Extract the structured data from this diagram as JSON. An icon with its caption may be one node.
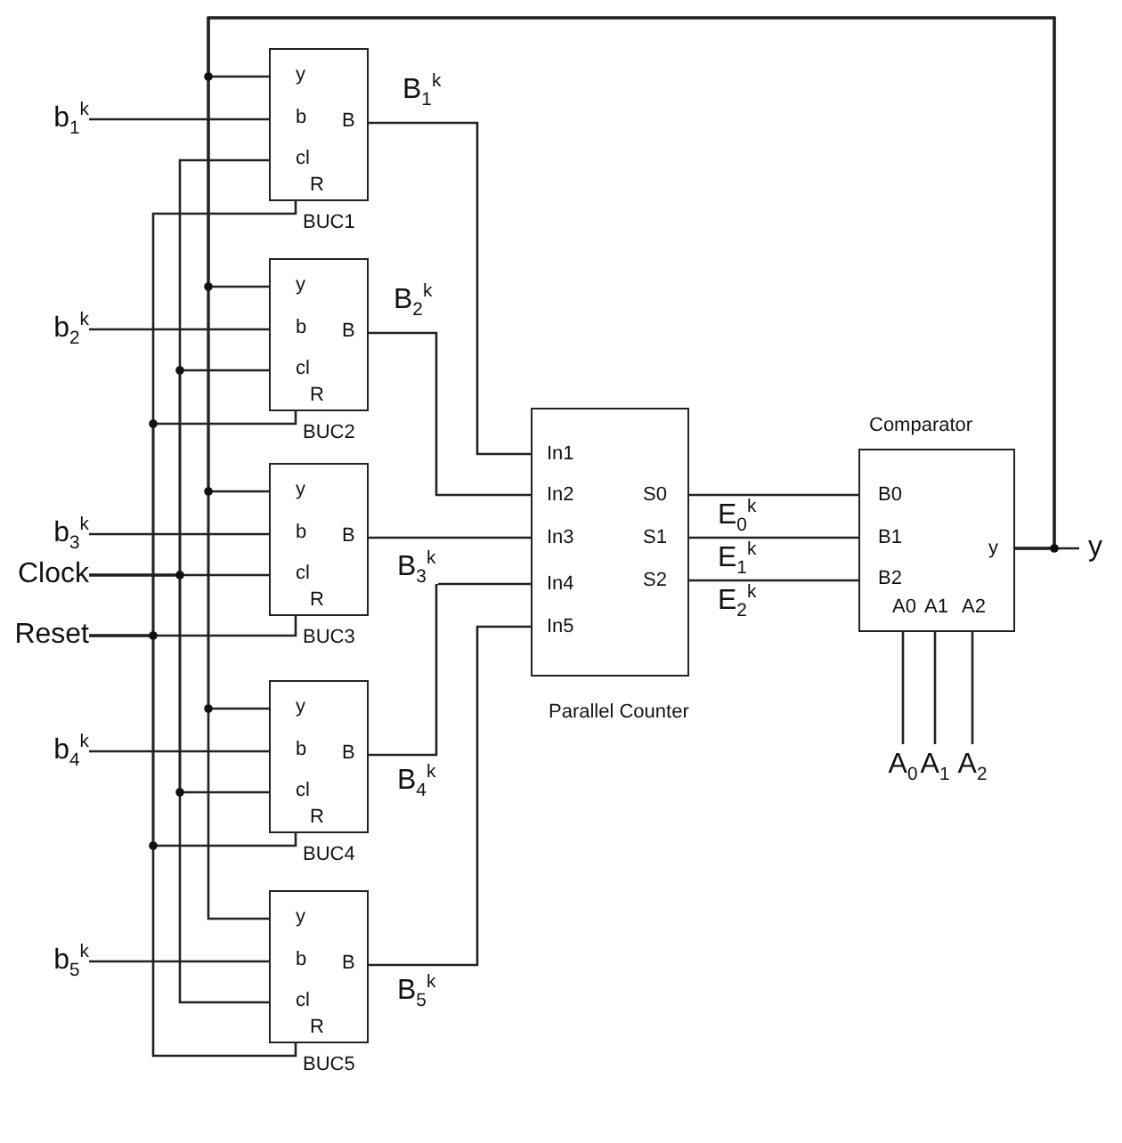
{
  "diagram": {
    "nodes": [
      {
        "text": [
          "y",
          "b",
          "B",
          "cl",
          "R"
        ],
        "beside": [
          "BUC1"
        ]
      },
      {
        "text": [
          "y",
          "b",
          "B",
          "cl",
          "R"
        ],
        "beside": [
          "BUC2"
        ]
      },
      {
        "text": [
          "y",
          "b",
          "B",
          "cl",
          "R"
        ],
        "beside": [
          "BUC3"
        ]
      },
      {
        "text": [
          "y",
          "b",
          "B",
          "cl",
          "R"
        ],
        "beside": [
          "BUC4"
        ]
      },
      {
        "text": [
          "y",
          "b",
          "B",
          "cl",
          "R"
        ],
        "beside": [
          "BUC5"
        ]
      },
      {
        "text": [
          "In1",
          "In2",
          "In3",
          "In4",
          "In5",
          "S0",
          "S1",
          "S2"
        ],
        "beside": [
          "Parallel Counter"
        ]
      },
      {
        "text": [
          "Comparator",
          "B0",
          "B1",
          "y",
          "B2",
          "A0",
          "A1",
          "A2"
        ]
      },
      {
        "text": [
          "b$_{1}$$^{k}$"
        ]
      },
      {
        "text": [
          "b$_{2}$$^{k}$"
        ]
      },
      {
        "text": [
          "b$_{3}$$^{k}$"
        ]
      },
      {
        "text": [
          "Clock"
        ]
      },
      {
        "text": [
          "Reset"
        ]
      },
      {
        "text": [
          "b$_{4}$$^{k}$"
        ]
      },
      {
        "text": [
          "b$_{5}$$^{k}$"
        ]
      },
      {
        "text": [
          "y"
        ]
      },
      {
        "text": [
          "A$_{0}$"
        ]
      },
      {
        "text": [
          "A$_{1}$"
        ]
      },
      {
        "text": [
          "A$_{2}$"
        ]
      }
    ],
    "edges": [
      {
        "from": 7,
        "to": 0,
        "arrow": "none"
      },
      {
        "from": 8,
        "to": 1,
        "arrow": "none"
      },
      {
        "from": 9,
        "to": 2,
        "arrow": "none"
      },
      {
        "from": 12,
        "to": 3,
        "arrow": "none"
      },
      {
        "from": 13,
        "to": 4,
        "arrow": "none"
      },
      {
        "from": 10,
        "to": 0,
        "arrow": "none"
      },
      {
        "from": 10,
        "to": 1,
        "arrow": "none"
      },
      {
        "from": 10,
        "to": 2,
        "arrow": "none"
      },
      {
        "from": 10,
        "to": 3,
        "arrow": "none"
      },
      {
        "from": 10,
        "to": 4,
        "arrow": "none"
      },
      {
        "from": 11,
        "to": 0,
        "arrow": "none"
      },
      {
        "from": 11,
        "to": 1,
        "arrow": "none"
      },
      {
        "from": 11,
        "to": 2,
        "arrow": "none"
      },
      {
        "from": 11,
        "to": 3,
        "arrow": "none"
      },
      {
        "from": 11,
        "to": 4,
        "arrow": "none"
      },
      {
        "from": 0,
        "to": 5,
        "arrow": "none",
        "label": "B$_{1}$$^{k}$"
      },
      {
        "from": 1,
        "to": 5,
        "arrow": "none",
        "label": "B$_{2}$$^{k}$"
      },
      {
        "from": 2,
        "to": 5,
        "arrow": "none",
        "label": "B$_{3}$$^{k}$"
      },
      {
        "from": 3,
        "to": 5,
        "arrow": "none",
        "label": "B$_{4}$$^{k}$"
      },
      {
        "from": 4,
        "to": 5,
        "arrow": "none",
        "label": "B$_{5}$$^{k}$"
      },
      {
        "from": 5,
        "to": 6,
        "arrow": "none",
        "label": "E$_{0}$$^{k}$"
      },
      {
        "from": 5,
        "to": 6,
        "arrow": "none",
        "label": "E$_{1}$$^{k}$"
      },
      {
        "from": 5,
        "to": 6,
        "arrow": "none",
        "label": "E$_{2}$$^{k}$"
      },
      {
        "from": 6,
        "to": 14,
        "arrow": "none"
      },
      {
        "from": 6,
        "to": 0,
        "arrow": "none"
      },
      {
        "from": 6,
        "to": 1,
        "arrow": "none"
      },
      {
        "from": 6,
        "to": 2,
        "arrow": "none"
      },
      {
        "from": 6,
        "to": 3,
        "arrow": "none"
      },
      {
        "from": 6,
        "to": 4,
        "arrow": "none"
      },
      {
        "from": 15,
        "to": 6,
        "arrow": "none"
      },
      {
        "from": 16,
        "to": 6,
        "arrow": "none"
      },
      {
        "from": 17,
        "to": 6,
        "arrow": "none"
      }
    ]
  }
}
